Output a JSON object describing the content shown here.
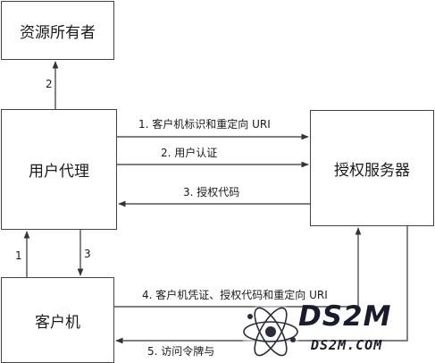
{
  "nodes": {
    "resource_owner": "资源所有者",
    "user_agent": "用户代理",
    "client": "客户机",
    "auth_server": "授权服务器"
  },
  "edges": {
    "e1": "1. 客户机标识和重定向 URI",
    "e2": "2. 用户认证",
    "e3": "3. 授权代码",
    "e4": "4. 客户机凭证、授权代码和重定向 URI",
    "e5": "5. 访问令牌与",
    "v1": "1",
    "v2": "2",
    "v3": "3"
  },
  "watermark": {
    "title": "DS2M",
    "subtitle": "DS2M.COM",
    "icon": "atom-logo-icon"
  }
}
